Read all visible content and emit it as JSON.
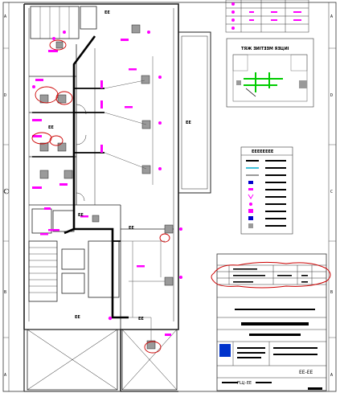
{
  "drawing": {
    "room_labels": [
      "ЕЕ",
      "ЕЕ",
      "ЕЕ",
      "ЕЕ",
      "ЕЕ",
      "ЕЕ",
      "ЕЕ"
    ],
    "grid_markers_left": [
      "A",
      "D",
      "C",
      "В",
      "А"
    ],
    "grid_markers_right": [
      "A",
      "D",
      "C",
      "В",
      "А"
    ],
    "inset_plan_title": "ТЯЖ ƎИІТƎƎМ ЯƎЦИІ",
    "legend_title": "ЕЕЕЕЕЕЕЕ"
  },
  "title_block": {
    "sheet_number": "ЕЕ-ЕЕ",
    "drawing_code": "FLЦ-ЕЕ"
  },
  "colors": {
    "linework": "#222222",
    "annotation": "#ff00ff",
    "revision_cloud": "#cc0000",
    "highlight": "#00cc00",
    "fill_gray": "#9a9a9a"
  }
}
